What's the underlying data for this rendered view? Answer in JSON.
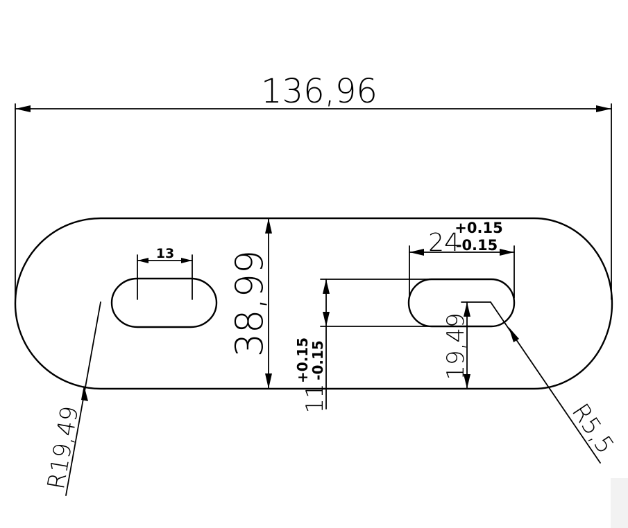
{
  "drawing": {
    "overall_length": "136,96",
    "overall_height": "38,99",
    "outer_radius": "R19,49",
    "small_slot_width": "13",
    "large_slot": {
      "length": "24",
      "tol_plus": "+0.15",
      "tol_minus": "-0.15",
      "radius": "R5,5"
    },
    "slot_height": {
      "value": "11",
      "tol_plus": "+0.15",
      "tol_minus": "-0.15"
    },
    "slot_center_offset": "19,49"
  }
}
